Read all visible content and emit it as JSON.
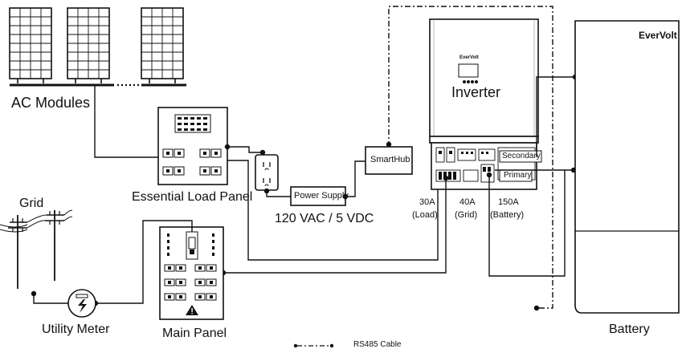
{
  "labels": {
    "ac_modules": "AC Modules",
    "essential_load_panel": "Essential Load Panel",
    "power_supply": "Power Supply",
    "power_supply_rating": "120 VAC / 5 VDC",
    "smarthub": "SmartHub",
    "inverter": "Inverter",
    "inverter_brand": "EverVolt",
    "battery_brand": "EverVolt",
    "battery": "Battery",
    "grid": "Grid",
    "utility_meter": "Utility Meter",
    "main_panel": "Main Panel",
    "breaker_load_amps": "30A",
    "breaker_load_name": "(Load)",
    "breaker_grid_amps": "40A",
    "breaker_grid_name": "(Grid)",
    "breaker_battery_amps": "150A",
    "breaker_battery_name": "(Battery)",
    "port_secondary": "Secondary",
    "port_primary": "Primary",
    "legend_rs485": "RS485 Cable"
  }
}
